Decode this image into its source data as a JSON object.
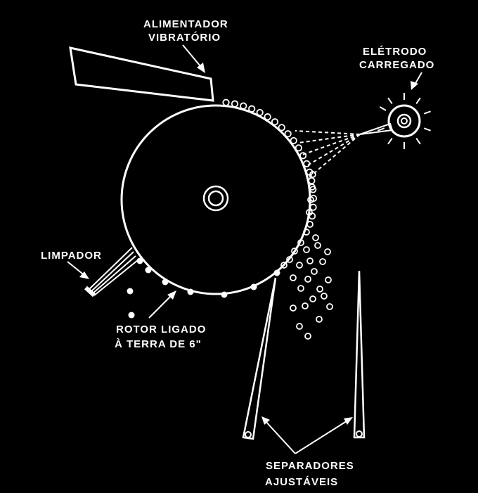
{
  "labels": {
    "feeder_line1": "ALIMENTADOR",
    "feeder_line2": "VIBRATÓRIO",
    "electrode_line1": "ELÉTRODO",
    "electrode_line2": "CARREGADO",
    "wiper": "LIMPADOR",
    "rotor_line1": "ROTOR LIGADO",
    "rotor_line2": "À TERRA DE 6\"",
    "separators_line1": "SEPARADORES",
    "separators_line2": "AJUSTÁVEIS"
  },
  "colors": {
    "background": "#000000",
    "stroke": "#ffffff"
  }
}
